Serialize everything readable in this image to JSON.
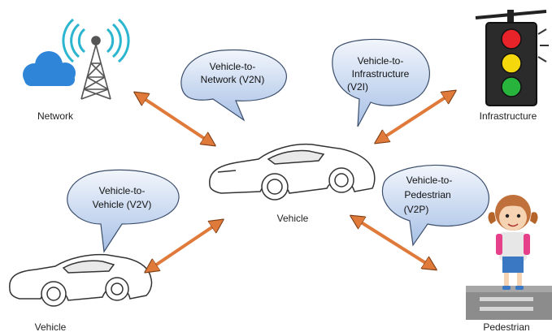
{
  "nodes": {
    "network": {
      "label": "Network"
    },
    "infrastructure": {
      "label": "Infrastructure"
    },
    "vehicle_center": {
      "label": "Vehicle"
    },
    "vehicle_left": {
      "label": "Vehicle"
    },
    "pedestrian": {
      "label": "Pedestrian"
    }
  },
  "bubbles": {
    "v2n": {
      "line1": "Vehicle-to-",
      "line2": "Network (V2N)",
      "line3": ""
    },
    "v2i": {
      "line1": "Vehicle-to-",
      "line2": "Infrastructure",
      "line3": "(V2I)"
    },
    "v2v": {
      "line1": "Vehicle-to-",
      "line2": "Vehicle (V2V)",
      "line3": ""
    },
    "v2p": {
      "line1": "Vehicle-to-",
      "line2": "Pedestrian",
      "line3": "(V2P)"
    }
  },
  "colors": {
    "arrow": "#E07A3A",
    "bubble_top": "#F2F6FC",
    "bubble_bottom": "#A7C0E6",
    "bubble_stroke": "#3C4E6B",
    "cloud": "#2F86D8",
    "traffic_red": "#E8232A",
    "traffic_yellow": "#F4D80C",
    "traffic_green": "#28B33C"
  }
}
